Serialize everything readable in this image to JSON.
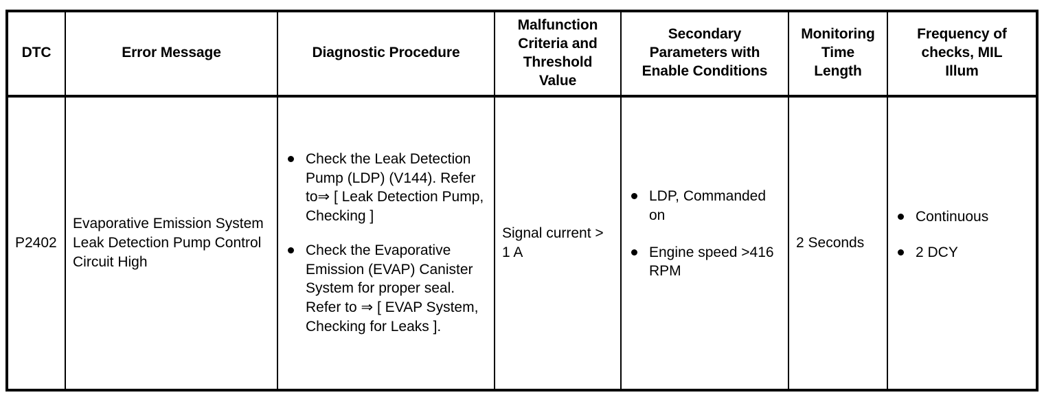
{
  "table": {
    "columns": [
      {
        "key": "dtc",
        "header": "DTC"
      },
      {
        "key": "error_message",
        "header": "Error Message"
      },
      {
        "key": "diagnostic_procedure",
        "header": "Diagnostic Procedure"
      },
      {
        "key": "malfunction_criteria",
        "header": "Malfunction Criteria and Threshold Value"
      },
      {
        "key": "secondary_parameters",
        "header": "Secondary Parameters with Enable Conditions"
      },
      {
        "key": "monitoring_time",
        "header": "Monitoring Time Length"
      },
      {
        "key": "frequency",
        "header": "Frequency of checks, MIL Illum"
      }
    ],
    "headers": {
      "dtc": "DTC",
      "error_message": "Error Message",
      "diagnostic_procedure": "Diagnostic Procedure",
      "malfunction_criteria_line1": "Malfunction",
      "malfunction_criteria_line2": "Criteria and",
      "malfunction_criteria_line3": "Threshold",
      "malfunction_criteria_line4": "Value",
      "secondary_parameters_line1": "Secondary",
      "secondary_parameters_line2": "Parameters with",
      "secondary_parameters_line3": "Enable Conditions",
      "monitoring_time_line1": "Monitoring",
      "monitoring_time_line2": "Time",
      "monitoring_time_line3": "Length",
      "frequency_line1": "Frequency of",
      "frequency_line2": "checks, MIL",
      "frequency_line3": "Illum"
    },
    "rows": [
      {
        "dtc": "P2402",
        "error_message": "Evaporative Emission System Leak Detection Pump Control Circuit High",
        "diagnostic_procedure": [
          "Check the Leak Detection Pump (LDP) (V144). Refer to⇒ [ Leak Detection Pump, Checking ]",
          "Check the Evaporative Emission (EVAP) Canister System for proper seal. Refer to ⇒ [ EVAP System, Checking for Leaks ]."
        ],
        "malfunction_criteria": "Signal current > 1 A",
        "secondary_parameters": [
          "LDP, Commanded on",
          "Engine speed >416 RPM"
        ],
        "monitoring_time": "2 Seconds",
        "frequency": [
          "Continuous",
          "2 DCY"
        ]
      }
    ]
  },
  "colors": {
    "border": "#000000",
    "text": "#000000",
    "background": "#ffffff"
  }
}
